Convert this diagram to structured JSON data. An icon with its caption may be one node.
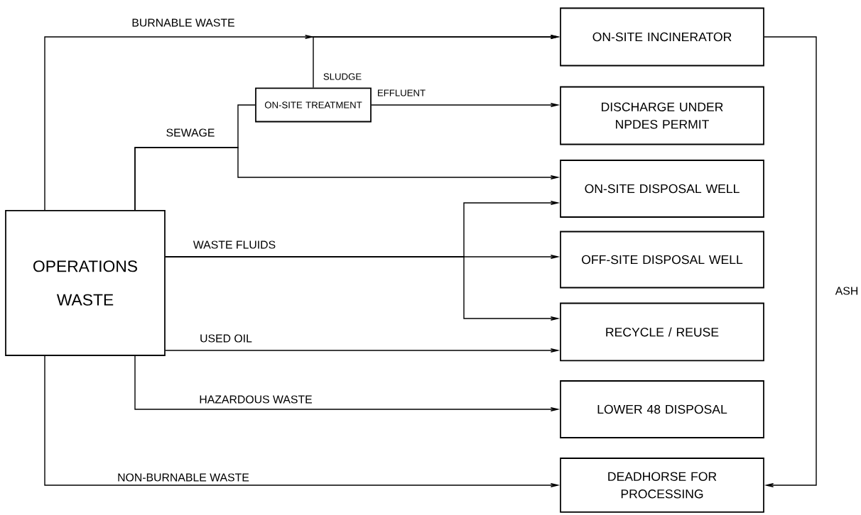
{
  "diagram": {
    "nodes": [
      {
        "text": [
          "OPERATIONS WASTE"
        ]
      },
      {
        "text": [
          "ON-SITE TREATMENT"
        ]
      },
      {
        "text": [
          "ON-SITE INCINERATOR"
        ]
      },
      {
        "text": [
          "DISCHARGE UNDER NPDES PERMIT"
        ]
      },
      {
        "text": [
          "ON-SITE DISPOSAL WELL"
        ]
      },
      {
        "text": [
          "OFF-SITE DISPOSAL WELL"
        ]
      },
      {
        "text": [
          "RECYCLE / REUSE"
        ]
      },
      {
        "text": [
          "LOWER 48 DISPOSAL"
        ]
      },
      {
        "text": [
          "DEADHORSE FOR PROCESSING"
        ]
      }
    ],
    "edges": [
      {
        "from": 0,
        "to": 2,
        "arrow": "to",
        "label": "BURNABLE WASTE"
      },
      {
        "from": 1,
        "to": 2,
        "arrow": "to",
        "label": "SLUDGE"
      },
      {
        "from": 0,
        "to": 1,
        "arrow": "none",
        "label": "SEWAGE"
      },
      {
        "from": 0,
        "to": 4,
        "arrow": "to"
      },
      {
        "from": 1,
        "to": 3,
        "arrow": "to",
        "label": "EFFLUENT"
      },
      {
        "from": 0,
        "to": 5,
        "arrow": "to",
        "label": "WASTE FLUIDS"
      },
      {
        "from": 0,
        "to": 4,
        "arrow": "to"
      },
      {
        "from": 0,
        "to": 6,
        "arrow": "to"
      },
      {
        "from": 0,
        "to": 6,
        "arrow": "to",
        "label": "USED OIL"
      },
      {
        "from": 0,
        "to": 7,
        "arrow": "to",
        "label": "HAZARDOUS WASTE"
      },
      {
        "from": 0,
        "to": 8,
        "arrow": "to",
        "label": "NON-BURNABLE WASTE"
      },
      {
        "from": 2,
        "to": 8,
        "arrow": "to",
        "label": "ASH"
      }
    ]
  }
}
